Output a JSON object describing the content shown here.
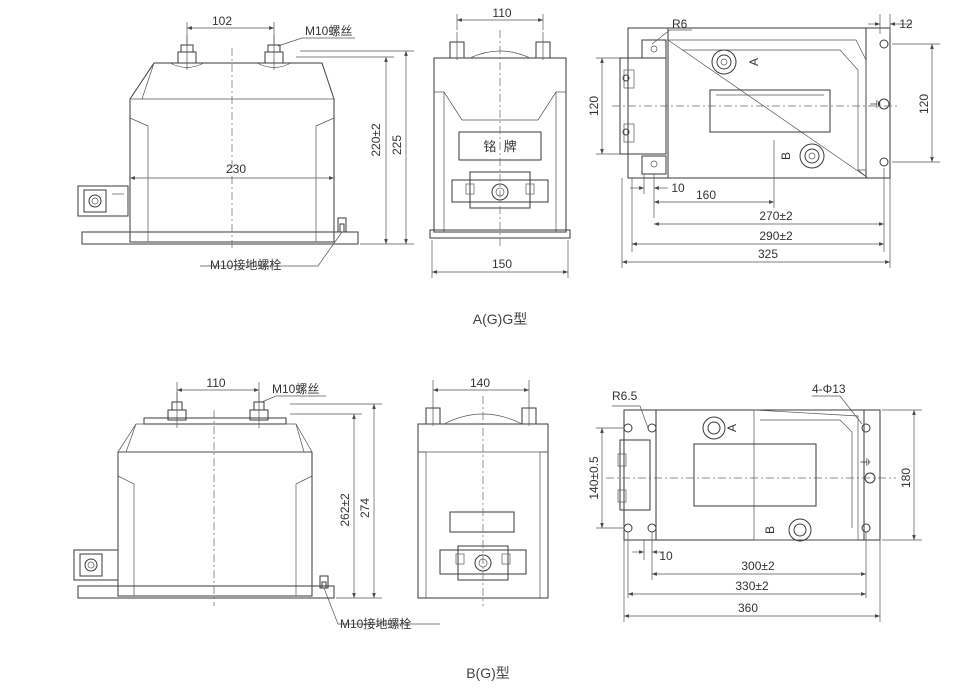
{
  "top": {
    "caption": "A(G)G型",
    "front": {
      "width_top": "102",
      "screw": "M10螺丝",
      "width_mid": "230",
      "height_inner": "220±2",
      "height_total": "225",
      "ground_bolt": "M10接地螺栓"
    },
    "side": {
      "width_top": "110",
      "plate": "铭  牌",
      "width_base": "150"
    },
    "plan": {
      "radius": "R6",
      "edge": "12",
      "height_left": "120",
      "height_right": "120",
      "term_a": "A",
      "term_b": "B",
      "ground_sym": "⏚",
      "d10": "10",
      "d160": "160",
      "d270": "270±2",
      "d290": "290±2",
      "d325": "325"
    }
  },
  "bottom": {
    "caption": "B(G)型",
    "front": {
      "width_top": "110",
      "screw": "M10螺丝",
      "height_inner": "262±2",
      "height_total": "274",
      "ground_bolt": "M10接地螺栓"
    },
    "side": {
      "width_top": "140"
    },
    "plan": {
      "radius": "R6.5",
      "holes": "4-Φ13",
      "height_left": "140±0.5",
      "height_right": "180",
      "term_a": "A",
      "term_b": "B",
      "ground_sym": "⏚",
      "d10": "10",
      "d300": "300±2",
      "d330": "330±2",
      "d360": "360"
    }
  }
}
